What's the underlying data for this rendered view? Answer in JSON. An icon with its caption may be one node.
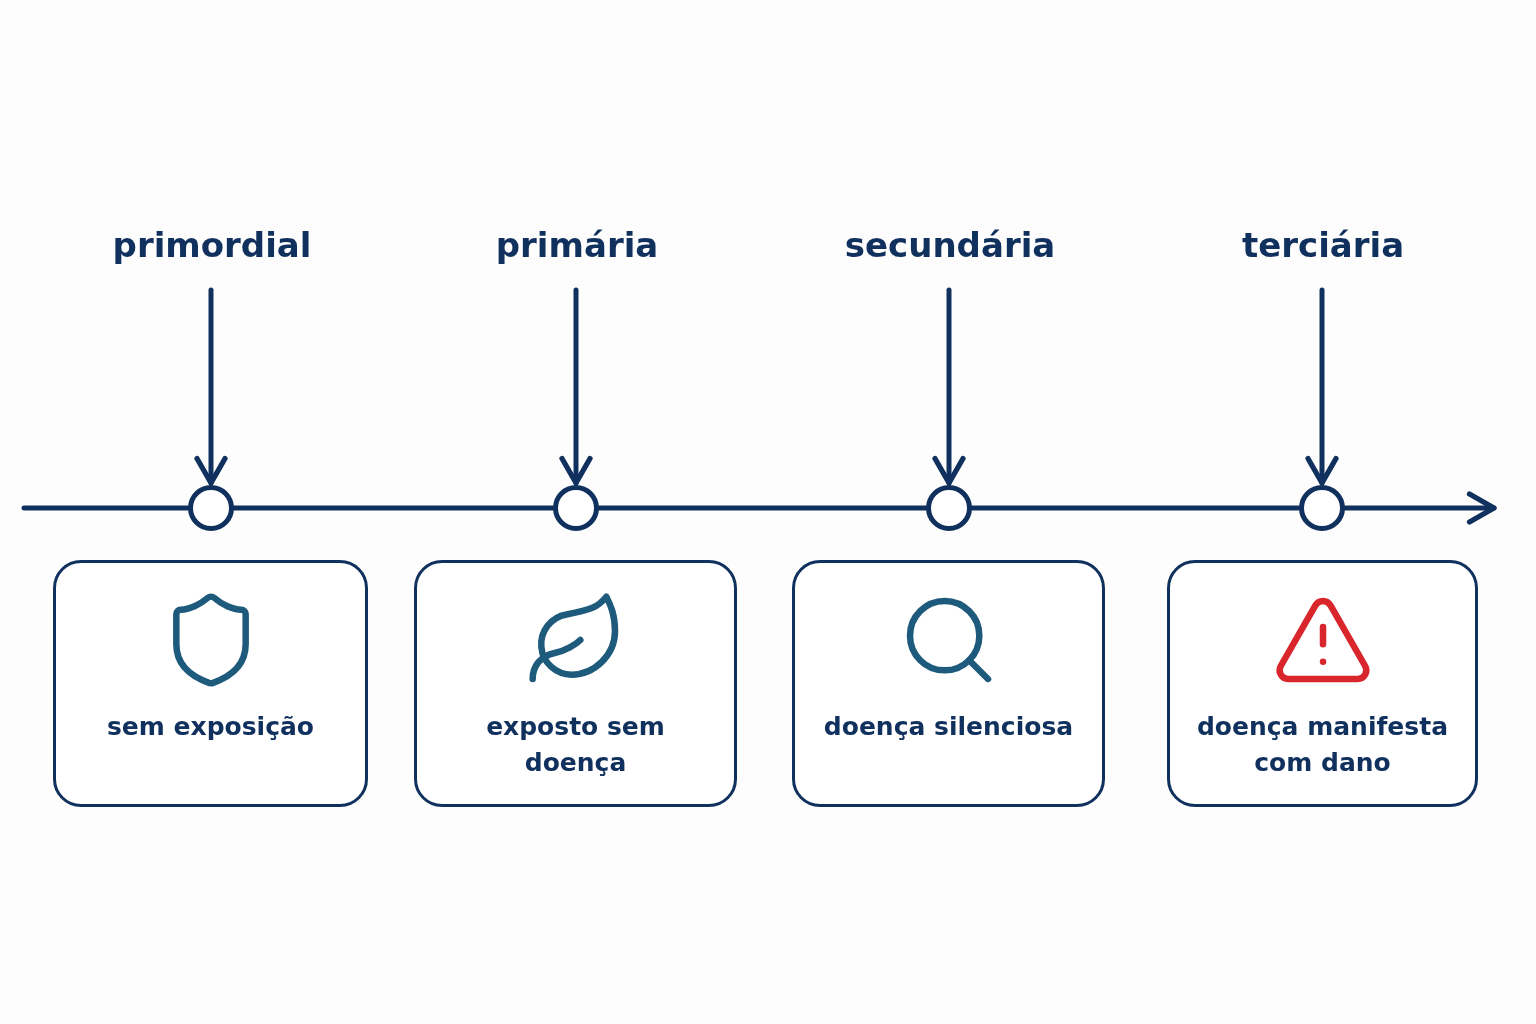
{
  "diagram": {
    "nodes": [
      {
        "text": [
          "primordial"
        ]
      },
      {
        "text": [
          "primária"
        ]
      },
      {
        "text": [
          "secundária"
        ]
      },
      {
        "text": [
          "terciária"
        ]
      },
      {
        "text": [],
        "shape": "circle"
      },
      {
        "text": [],
        "shape": "circle"
      },
      {
        "text": [],
        "shape": "circle"
      },
      {
        "text": [],
        "shape": "circle"
      },
      {
        "text": [
          "sem exposição"
        ]
      },
      {
        "text": [
          "exposto sem doença"
        ]
      },
      {
        "text": [
          "doença silenciosa"
        ]
      },
      {
        "text": [
          "doença manifesta com dano"
        ]
      }
    ],
    "edges": [
      {
        "from": 0,
        "to": 4,
        "arrow": "to"
      },
      {
        "from": 1,
        "to": 5,
        "arrow": "to"
      },
      {
        "from": 2,
        "to": 6,
        "arrow": "to"
      },
      {
        "from": 3,
        "to": 7,
        "arrow": "to"
      },
      {
        "from": null,
        "to": 4,
        "arrow": "none"
      },
      {
        "from": 4,
        "to": 5,
        "arrow": "none"
      },
      {
        "from": 5,
        "to": 6,
        "arrow": "none"
      },
      {
        "from": 6,
        "to": 7,
        "arrow": "none"
      },
      {
        "from": 7,
        "to": null,
        "arrow": "to"
      }
    ]
  }
}
